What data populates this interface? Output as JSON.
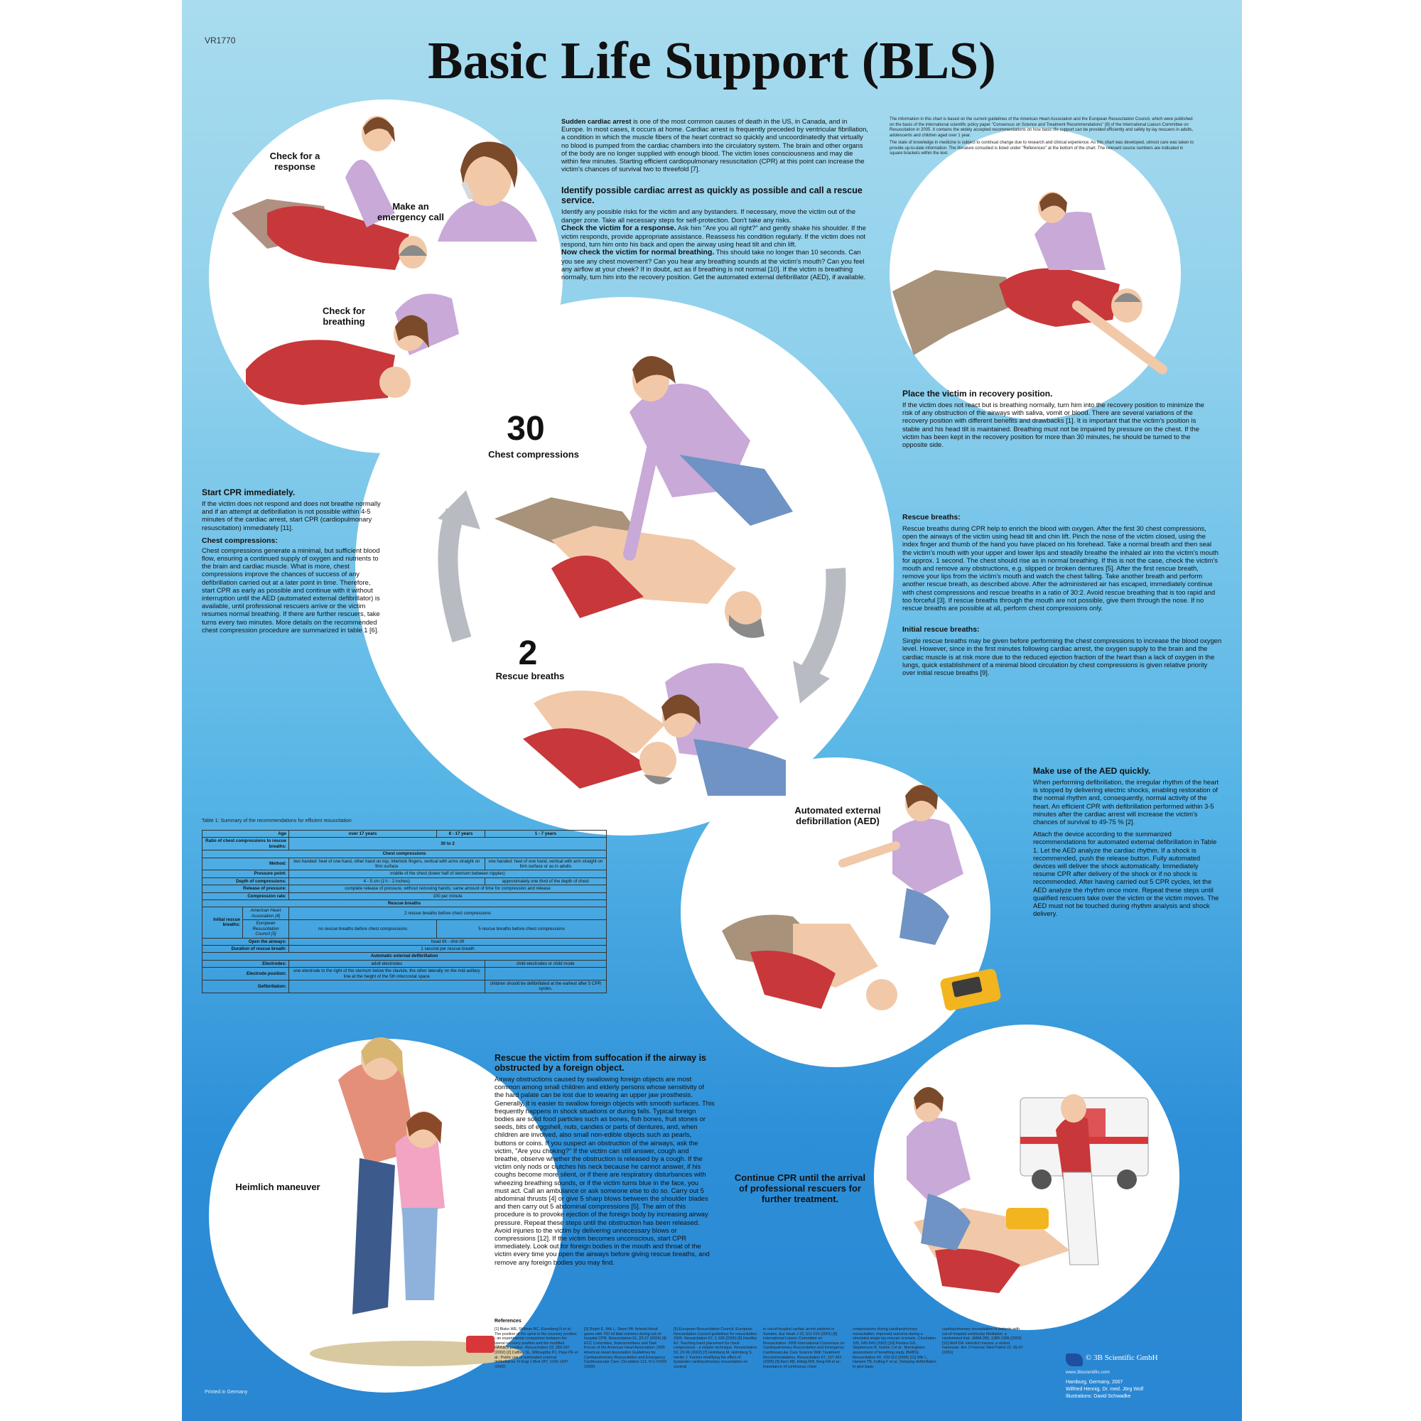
{
  "header": {
    "code": "VR1770",
    "title": "Basic Life Support (BLS)"
  },
  "labels": {
    "check_response": "Check for a response",
    "emergency_call": "Make an emergency call",
    "check_breathing": "Check for breathing",
    "compressions_number": "30",
    "compressions_label": "Chest compressions",
    "breaths_number": "2",
    "breaths_label": "Rescue breaths",
    "aed": "Automated external defibrillation (AED)",
    "heimlich": "Heimlich maneuver",
    "continue_cpr": "Continue CPR until the arrival of professional rescuers for further treatment."
  },
  "intro": {
    "lead": "Sudden cardiac arrest",
    "text": " is one of the most common causes of death in the US, in Canada, and in Europe. In most cases, it occurs at home. Cardiac arrest is frequently preceded by ventricular fibrillation, a condition in which the muscle fibers of the heart contract so quickly and uncoordinatedly that virtually no blood is pumped from the cardiac chambers into the circulatory system. The brain and other organs of the body are no longer supplied with enough blood. The victim loses consciousness and may die within few minutes. Starting efficient cardiopulmonary resuscitation (CPR) at this point can increase the victim's chances of survival two to threefold [7]."
  },
  "identify": {
    "heading": "Identify possible cardiac arrest as quickly as possible and call a rescue service.",
    "p1": "Identify any possible risks for the victim and any bystanders. If necessary, move the victim out of the danger zone. Take all necessary steps for self-protection. Don't take any risks.",
    "p2_lead": "Check the victim for a response.",
    "p2": " Ask him \"Are you all right?\" and gently shake his shoulder. If the victim responds, provide appropriate assistance. Reassess his condition regularly. If the victim does not respond, turn him onto his back and open the airway using head tilt and chin lift.",
    "p3_lead": "Now check the victim for normal breathing.",
    "p3": " This should take no longer than 10 seconds. Can you see any chest movement? Can you hear any breathing sounds at the victim's mouth? Can you feel any airflow at your cheek? If in doubt, act as if breathing is not normal [10]. If the victim is breathing normally, turn him into the recovery position. Get the automated external defibrillator (AED), if available."
  },
  "disclaimer": {
    "p1": "The information in this chart is based on the current guidelines of the American Heart Association and the European Resuscitation Council, which were published on the basis of the international scientific policy paper \"Consensus on Science and Treatment Recommendations\" [8] of the International Liaison Committee on Resuscitation in 2005. It contains the widely accepted recommendations on how basic life support can be provided efficiently and safely by lay rescuers in adults, adolescents and children aged over 1 year.",
    "p2": "The state of knowledge in medicine is subject to continual change due to research and clinical experience. As this chart was developed, utmost care was taken to provide up-to-date information. The literature consulted is listed under \"References\" at the bottom of the chart. The relevant source numbers are indicated in square brackets within the text."
  },
  "recovery": {
    "heading": "Place the victim in recovery position.",
    "text": "If the victim does not react but is breathing normally, turn him into the recovery position to minimize the risk of any obstruction of the airways with saliva, vomit or blood. There are several variations of the recovery position with different benefits and drawbacks [1]. It is important that the victim's position is stable and his head tilt is maintained. Breathing must not be impaired by pressure on the chest. If the victim has been kept in the recovery position for more than 30 minutes, he should be turned to the opposite side."
  },
  "start_cpr": {
    "heading": "Start CPR immediately.",
    "p1": "If the victim does not respond and does not breathe normally and if an attempt at defibrillation is not possible within 4-5 minutes of the cardiac arrest, start CPR (cardiopulmonary resuscitation) immediately [11].",
    "sub": "Chest compressions:",
    "p2": "Chest compressions generate a minimal, but sufficient blood flow, ensuring a continued supply of oxygen and nutrients to the brain and cardiac muscle. What is more, chest compressions improve the chances of success of any defibrillation carried out at a later point in time. Therefore, start CPR as early as possible and continue with it without interruption until the AED (automated external defibrillator) is available, until professional rescuers arrive or the victim resumes normal breathing. If there are further rescuers, take turns every two minutes. More details on the recommended chest compression procedure are summarized in table 1 [6]."
  },
  "rescue_breaths": {
    "heading": "Rescue breaths:",
    "text": "Rescue breaths during CPR help to enrich the blood with oxygen. After the first 30 chest compressions, open the airways of the victim using head tilt and chin lift. Pinch the nose of the victim closed, using the index finger and thumb of the hand you have placed on his forehead. Take a normal breath and then seal the victim's mouth with your upper and lower lips and steadily breathe the inhaled air into the victim's mouth for approx. 1 second. The chest should rise as in normal breathing. If this is not the case, check the victim's mouth and remove any obstructions, e.g. slipped or broken dentures [5]. After the first rescue breath, remove your lips from the victim's mouth and watch the chest falling. Take another breath and perform another rescue breath, as described above. After the administered air has escaped, immediately continue with chest compressions and rescue breaths in a ratio of 30:2. Avoid rescue breathing that is too rapid and too forceful [3]. If rescue breaths through the mouth are not possible, give them through the nose. If no rescue breaths are possible at all, perform chest compressions only.",
    "sub": "Initial rescue breaths:",
    "text2": "Single rescue breaths may be given before performing the chest compressions to increase the blood oxygen level. However, since in the first minutes following cardiac arrest, the oxygen supply to the brain and the cardiac muscle is at risk more due to the reduced ejection fraction of the heart than a lack of oxygen in the lungs, quick establishment of a minimal blood circulation by chest compressions is given relative priority over initial rescue breaths [9]."
  },
  "aed_text": {
    "heading": "Make use of the AED quickly.",
    "p1": "When performing defibrillation, the irregular rhythm of the heart is stopped by delivering electric shocks, enabling restoration of the normal rhythm and, consequently, normal activity of the heart. An efficient CPR with defibrillation performed within 3-5 minutes after the cardiac arrest will increase the victim's chances of survival to 49-75 % [2].",
    "p2": "Attach the device according to the summarized recommendations for automated external defibrillation in Table 1. Let the AED analyze the cardiac rhythm. If a shock is recommended, push the release button. Fully automated devices will deliver the shock automatically. Immediately resume CPR after delivery of the shock or if no shock is recommended. After having carried out 5 CPR cycles, let the AED analyze the rhythm once more. Repeat these steps until qualified rescuers take over the victim or the victim moves. The AED must not be touched during rhythm analysis and shock delivery."
  },
  "suffocation": {
    "heading": "Rescue the victim from suffocation if the airway is obstructed by a foreign object.",
    "text": "Airway obstructions caused by swallowing foreign objects are most common among small children and elderly persons whose sensitivity of the hard palate can be lost due to wearing an upper jaw prosthesis. Generally, it is easier to swallow foreign objects with smooth surfaces. This frequently happens in shock situations or during falls. Typical foreign bodies are solid food particles such as bones, fish bones, fruit stones or seeds, bits of eggshell, nuts, candies or parts of dentures, and, when children are involved, also small non-edible objects such as pearls, buttons or coins. If you suspect an obstruction of the airways, ask the victim, \"Are you choking?\" If the victim can still answer, cough and breathe, observe whether the obstruction is released by a cough. If the victim only nods or clutches his neck because he cannot answer, if his coughs become more silent, or if there are respiratory disturbances with wheezing breathing sounds, or if the victim turns blue in the face, you must act. Call an ambulance or ask someone else to do so. Carry out 5 abdominal thrusts [4] or give 5 sharp blows between the shoulder blades and then carry out 5 abdominal compressions [5]. The aim of this procedure is to provoke ejection of the foreign body by increasing airway pressure. Repeat these steps until the obstruction has been released. Avoid injuries to the victim by delivering unnecessary blows or compressions [12]. If the victim becomes unconscious, start CPR immediately. Look out for foreign bodies in the mouth and throat of the victim every time you open the airways before giving rescue breaths, and remove any foreign bodies you may find."
  },
  "table": {
    "caption": "Table 1: Summary of the recommendations for efficient resuscitation",
    "cols": [
      "Age",
      "over 17 years",
      "8 - 17 years",
      "1 - 7 years"
    ],
    "ratio_label": "Ratio of chest compressions to rescue breaths:",
    "ratio_value": "30 to 2",
    "sec_chest": "Chest compressions",
    "method_label": "Method:",
    "method_adult": "two handed: heel of one hand, other hand on top, interlock fingers, vertical with arms straight on firm surface",
    "method_child": "one handed: heel of one hand, vertical with arm straight on firm surface or as in adults",
    "pressure_label": "Pressure point:",
    "pressure_value": "middle of the chest (lower half of sternum between nipples)",
    "depth_label": "Depth of compressions:",
    "depth_adult": "4 - 5 cm (1½ - 2 inches)",
    "depth_child": "approximately one third of the depth of chest",
    "release_label": "Release of pressure:",
    "release_value": "complete release of pressure, without removing hands; same amount of time for compression and release",
    "rate_label": "Compression rate:",
    "rate_value": "100 per minute",
    "sec_breaths": "Rescue breaths",
    "initial_label": "Initial rescue breaths:",
    "aha_label": "American Heart Association [4]",
    "aha_value": "2 rescue breaths before chest compressions",
    "erc_label": "European Resuscitation Council [5]",
    "erc_adult": "no rescue breaths before chest compressions",
    "erc_child": "5 rescue breaths before chest compressions",
    "airways_label": "Open the airways:",
    "airways_value": "head tilt - chin lift",
    "duration_label": "Duration of rescue breath:",
    "duration_value": "1 second per rescue breath",
    "sec_aed": "Automatic external defibrillation",
    "electrodes_label": "Electrodes:",
    "electrodes_adult": "adult electrodes",
    "electrodes_child": "child electrodes or child mode",
    "position_label": "Electrode position:",
    "position_value": "one electrode to the right of the sternum below the clavicle, the other laterally on the mid-axillary line at the height of the 5th intercostal space",
    "defib_label": "Defibrillation:",
    "defib_child": "children should be defibrillated at the earliest after 5 CPR cycles."
  },
  "references": {
    "heading": "References",
    "col1": "[1] Blake WE, Stillman BC, Eizenberg N et al.: The position of the spine in the recovery position - an experimental comparison between the lateral recovery position and the modified HAINES position. Resuscitation 53, 289-297 (2002) [2] Caffrey SL, Willoughby PJ, Pepe PE et al.: Public use of automated external defibrillators. N Engl J Med 347, 1242-1247 (2002)",
    "col2": "[3] Dorph E, Wik L, Steen PA: Arterial blood gases with 700 ml tidal volumes during out-of-hospital CPR. Resuscitation 61, 23-27 (2004) [4] ECC Committee, Subcommittees and Task Forces of the American Heart Association: 2005 American Heart Association Guidelines for Cardiopulmonary Resuscitation and Emergency Cardiovascular Care. Circulation 112, IV-1-IV203 (2005)",
    "col3": "[5] European Resuscitation Council: European Resuscitation Council guidelines for resuscitation 2005. Resuscitation 67, 1-190 (2005) [6] Handley AJ: Teaching hand placement for chest compression - a simpler technique. Resuscitation 53, 29-36 (2002) [7] Holmberg M, Holmberg S, Herlitz J: Factors modifying the effect of bystander cardiopulmonary resuscitation on survival",
    "col4": "in out-of-hospital cardiac arrest patients in Sweden. Eur Heart J 22, 511-519 (2001) [8] International Liaison Committee on Resuscitation: 2005 International Consensus on Cardiopulmonary Resuscitation and Emergency Cardiovascular Care Science With Treatment Recommendations. Resuscitation 67, 157-341 (2005) [9] Kern KB, Hilwig RW, Berg RA et al.: Importance of continuous chest",
    "col5": "compressions during cardiopulmonary resuscitation: improved outcome during a simulated single lay-rescuer scenario. Circulation 105, 645-649 (2002) [10] Perkins GD, Stephenson B, Hulme J et al.: Birmingham assessment of breathing study (BABS). Resuscitation 64, 109-113 (2005) [11] Wik L, Hansen TB, Fylling F et al.: Delaying defibrillation to give basic",
    "col6": "cardiopulmonary resuscitation to patients with out-of-hospital ventricular fibrillation: a randomized trial. JAMA 289, 1389-1395 (2003) [12] Wolf DA: Heimlich trauma: a violent maneuver. Am J Forensic Med Pathol 22, 65-67 (2001)"
  },
  "footer": {
    "publisher": "© 3B Scientific GmbH",
    "website": "www.3bscientific.com",
    "place": "Hamburg, Germany, 2007",
    "authors": "Wilfried Hennig, Dr. med. Jörg Wolf",
    "illustrations": "Illustrations: David Schwadke",
    "printed": "Printed in Germany"
  },
  "colors": {
    "sky_top": "#a9dcee",
    "sky_bottom": "#2a86d2",
    "shirt_red": "#c8373a",
    "rescuer_lilac": "#c9a9d8",
    "jeans_blue": "#6e93c4",
    "aed_yellow": "#f2b51f"
  }
}
